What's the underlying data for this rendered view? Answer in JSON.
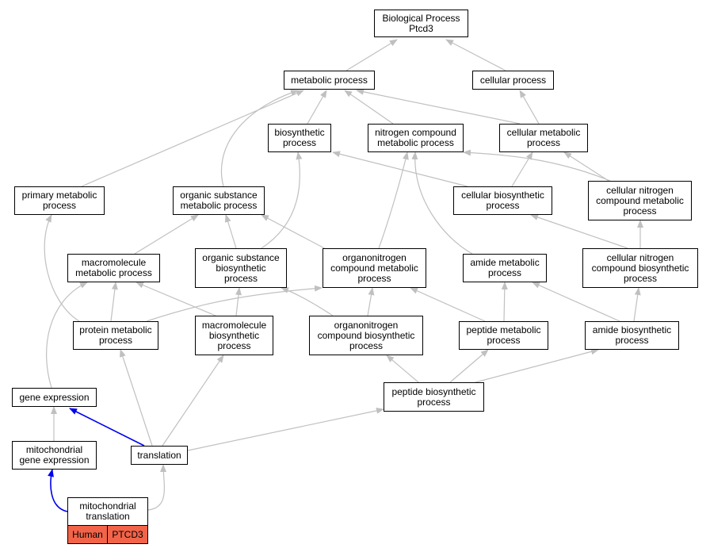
{
  "colors": {
    "edge_default": "#c0c0c0",
    "edge_highlight": "#0000ee",
    "tag_fill": "#f26449",
    "node_border": "#000000"
  },
  "nodes": {
    "biological_process": [
      "Biological Process",
      "Ptcd3"
    ],
    "metabolic_process": [
      "metabolic process"
    ],
    "cellular_process": [
      "cellular process"
    ],
    "biosynthetic_process": [
      "biosynthetic",
      "process"
    ],
    "nitrogen_compound_metabolic_process": [
      "nitrogen compound",
      "metabolic process"
    ],
    "cellular_metabolic_process": [
      "cellular metabolic",
      "process"
    ],
    "primary_metabolic_process": [
      "primary metabolic",
      "process"
    ],
    "organic_substance_metabolic_process": [
      "organic substance",
      "metabolic process"
    ],
    "cellular_biosynthetic_process": [
      "cellular biosynthetic",
      "process"
    ],
    "cellular_nitrogen_compound_metabolic_process": [
      "cellular nitrogen",
      "compound metabolic",
      "process"
    ],
    "macromolecule_metabolic_process": [
      "macromolecule",
      "metabolic process"
    ],
    "organic_substance_biosynthetic_process": [
      "organic substance",
      "biosynthetic",
      "process"
    ],
    "organonitrogen_compound_metabolic_process": [
      "organonitrogen",
      "compound metabolic",
      "process"
    ],
    "amide_metabolic_process": [
      "amide metabolic",
      "process"
    ],
    "cellular_nitrogen_compound_biosynthetic_process": [
      "cellular nitrogen",
      "compound biosynthetic",
      "process"
    ],
    "protein_metabolic_process": [
      "protein metabolic",
      "process"
    ],
    "macromolecule_biosynthetic_process": [
      "macromolecule",
      "biosynthetic",
      "process"
    ],
    "organonitrogen_compound_biosynthetic_process": [
      "organonitrogen",
      "compound biosynthetic",
      "process"
    ],
    "peptide_metabolic_process": [
      "peptide metabolic",
      "process"
    ],
    "amide_biosynthetic_process": [
      "amide biosynthetic",
      "process"
    ],
    "gene_expression": [
      "gene expression"
    ],
    "peptide_biosynthetic_process": [
      "peptide biosynthetic",
      "process"
    ],
    "mitochondrial_gene_expression": [
      "mitochondrial",
      "gene expression"
    ],
    "translation": [
      "translation"
    ],
    "mitochondrial_translation": [
      "mitochondrial",
      "translation"
    ]
  },
  "annotation": {
    "species": "Human",
    "gene": "PTCD3"
  }
}
